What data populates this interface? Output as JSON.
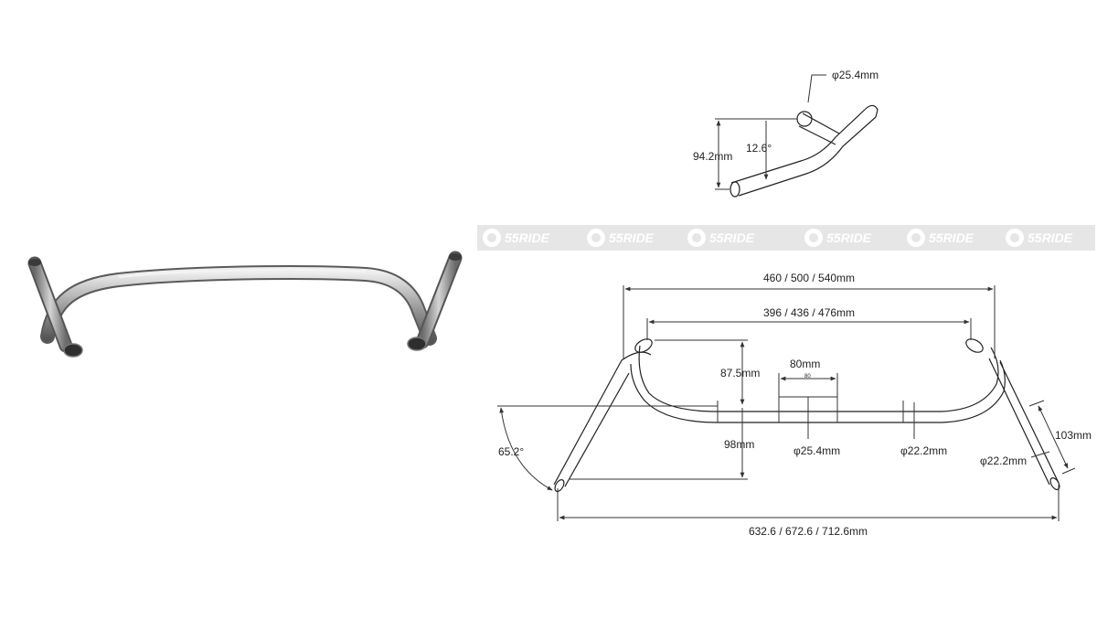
{
  "watermark": {
    "brand": "55RIDE",
    "band_color": "#e6e6e6"
  },
  "top_view": {
    "clamp_diameter": "φ25.4mm",
    "rise": "94.2mm",
    "angle": "12.6°"
  },
  "front_view": {
    "width_outer": "460 / 500 / 540mm",
    "width_inner": "396 / 436 / 476mm",
    "clamp_width": "80mm",
    "clamp_mark": "80",
    "drop_upper": "87.5mm",
    "drop_lower": "98mm",
    "bend_angle": "65.2°",
    "center_diameter": "φ25.4mm",
    "bar_diameter": "φ22.2mm",
    "end_diameter": "φ22.2mm",
    "end_length": "103mm",
    "overall_width": "632.6 / 672.6 / 712.6mm"
  },
  "colors": {
    "steel_light": "#d8d8d8",
    "steel_mid": "#9a9a9a",
    "steel_dark": "#555555",
    "line": "#333333"
  }
}
